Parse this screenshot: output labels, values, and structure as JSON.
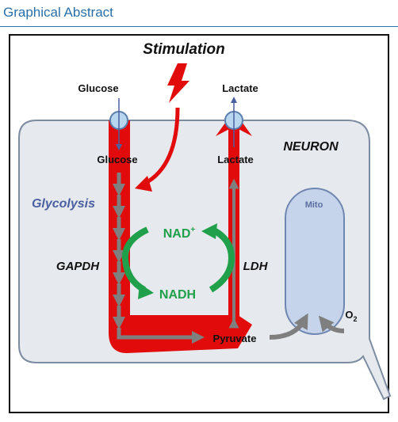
{
  "header": {
    "title": "Graphical Abstract"
  },
  "diagram": {
    "stimulation": "Stimulation",
    "neuron": "NEURON",
    "glucose_outside": "Glucose",
    "glucose_inside": "Glucose",
    "lactate_outside": "Lactate",
    "lactate_inside": "Lactate",
    "glycolysis": "Glycolysis",
    "gapdh": "GAPDH",
    "ldh": "LDH",
    "nad_plus": "NAD",
    "nad_plus_sup": "+",
    "nadh": "NADH",
    "pyruvate": "Pyruvate",
    "mito": "Mito",
    "oxygen": "O",
    "oxygen_sub": "2"
  },
  "colors": {
    "header": "#2a6fa8",
    "neuron_fill": "#e6e9ee",
    "neuron_stroke": "#7e8ca2",
    "mito_fill": "#c5d4ea",
    "red": "#e20b0b",
    "gray_arrow": "#7f7f7f",
    "green": "#20a04a",
    "glycolysis_text": "#4a5fa0"
  }
}
